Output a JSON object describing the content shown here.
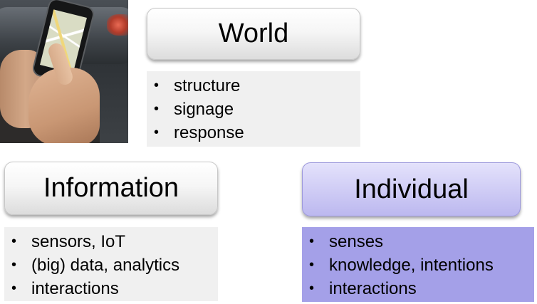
{
  "world": {
    "title": "World",
    "items": [
      "structure",
      "signage",
      "response"
    ]
  },
  "information": {
    "title": "Information",
    "items": [
      "sensors, IoT",
      "(big) data, analytics",
      "interactions"
    ]
  },
  "individual": {
    "title": "Individual",
    "items": [
      "senses",
      "knowledge, intentions",
      "interactions"
    ]
  },
  "colors": {
    "gray_box": "#f0f0f0",
    "blue_list": "#a4a0e8",
    "blue_title": "#d2cff6"
  },
  "icons": {
    "photo": "hands-holding-smartphone-map-photo",
    "bullet": "bullet-dot"
  }
}
